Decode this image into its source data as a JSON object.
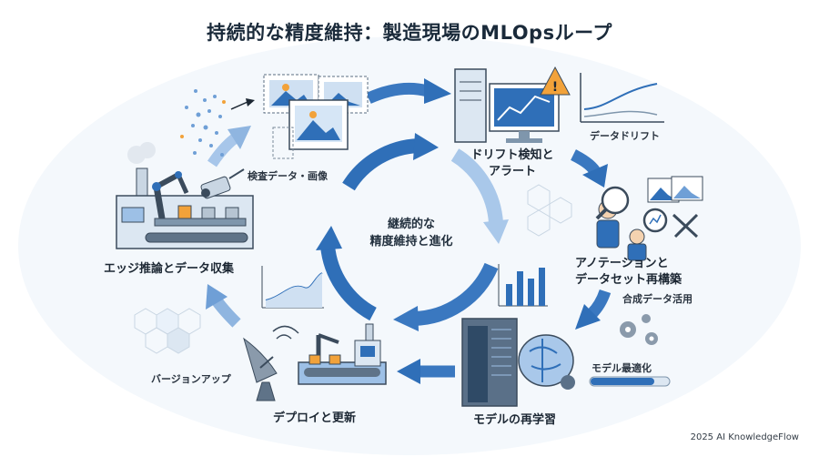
{
  "title": "持続的な精度維持：製造現場のMLOpsループ",
  "center": {
    "line1": "継続的な",
    "line2": "精度維持と進化"
  },
  "stages": {
    "inspection_data": "検査データ・画像",
    "drift_line1": "ドリフト検知と",
    "drift_line2": "アラート",
    "data_drift": "データドリフト",
    "annotation_line1": "アノテーションと",
    "annotation_line2": "データセット再構築",
    "synthetic_data": "合成データ活用",
    "model_opt": "モデル最適化",
    "retraining": "モデルの再学習",
    "deploy": "デプロイと更新",
    "version_up": "バージョンアップ",
    "edge": "エッジ推論とデータ収集"
  },
  "credit": "2025 AI KnowledgeFlow",
  "colors": {
    "arrow_dark": "#2f6fb8",
    "arrow_light": "#9dc0e6",
    "ink": "#1c2733",
    "panel": "#e9f1fa"
  }
}
